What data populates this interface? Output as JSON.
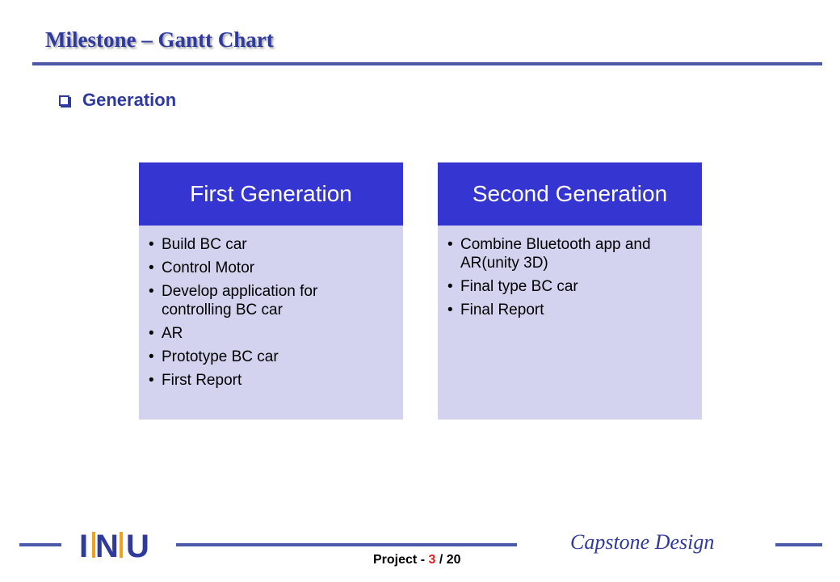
{
  "slide": {
    "title": "Milestone – Gantt Chart",
    "subheading": "Generation"
  },
  "cards": [
    {
      "title": "First Generation",
      "items": [
        "Build BC car",
        "Control Motor",
        "Develop application for controlling BC car",
        "AR",
        "Prototype BC car",
        "First Report"
      ]
    },
    {
      "title": "Second Generation",
      "items": [
        "Combine Bluetooth app and AR(unity 3D)",
        "Final type BC car",
        "Final Report"
      ]
    }
  ],
  "footer": {
    "brand": "Capstone Design",
    "logo_text": "INU",
    "page_prefix": "Project - ",
    "page_current": "3",
    "page_separator": " / ",
    "page_total": "20"
  },
  "colors": {
    "title": "#2e3a9e",
    "card_header": "#3535d2",
    "card_body": "#d3d3ef",
    "rule": "#4a5aa8",
    "page_current": "#e02020",
    "logo_orange": "#f0a21e"
  }
}
